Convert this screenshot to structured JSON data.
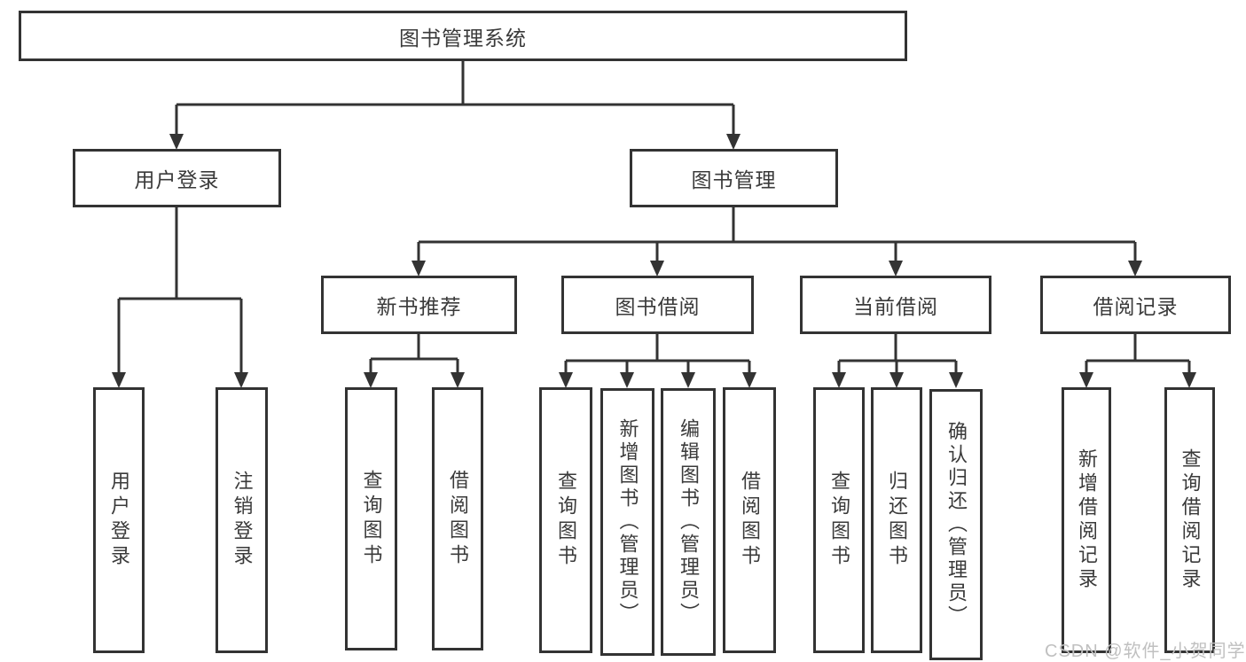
{
  "diagram": {
    "type": "tree",
    "orientation": "top-down",
    "colors": {
      "line": "#333333",
      "node_text": "#3a3a3a",
      "background": "#ffffff",
      "watermark": "#c0c0c0"
    },
    "tree": {
      "root": {
        "label": "图书管理系统",
        "children": [
          {
            "label": "用户登录",
            "children": [
              {
                "label": "用户登录"
              },
              {
                "label": "注销登录"
              }
            ]
          },
          {
            "label": "图书管理",
            "children": [
              {
                "label": "新书推荐",
                "children": [
                  {
                    "label": "查询图书"
                  },
                  {
                    "label": "借阅图书"
                  }
                ]
              },
              {
                "label": "图书借阅",
                "children": [
                  {
                    "label": "查询图书"
                  },
                  {
                    "label": "新增图书（管理员）"
                  },
                  {
                    "label": "编辑图书（管理员）"
                  },
                  {
                    "label": "借阅图书"
                  }
                ]
              },
              {
                "label": "当前借阅",
                "children": [
                  {
                    "label": "查询图书"
                  },
                  {
                    "label": "归还图书"
                  },
                  {
                    "label": "确认归还（管理员）"
                  }
                ]
              },
              {
                "label": "借阅记录",
                "children": [
                  {
                    "label": "新增借阅记录"
                  },
                  {
                    "label": "查询借阅记录"
                  }
                ]
              }
            ]
          }
        ]
      }
    },
    "watermark": {
      "text": "CSDN @软件_小贺同学"
    }
  }
}
